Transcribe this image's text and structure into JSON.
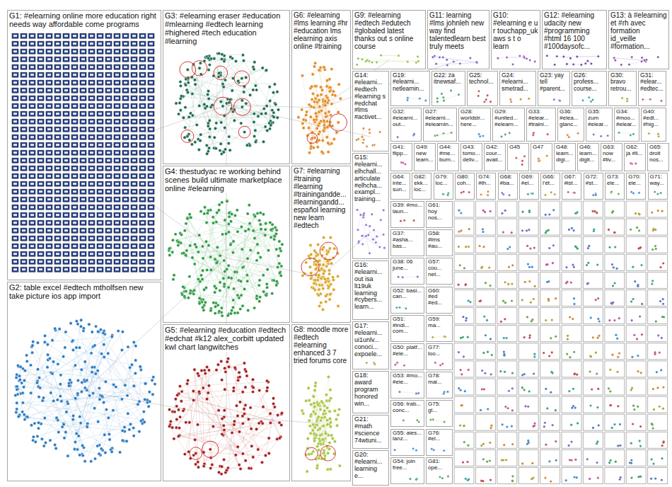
{
  "diagram": {
    "nodes": [
      {
        "text": [
          "G1: #elearning online more education right needs way affordable come programs"
        ]
      },
      {
        "text": [
          "G2: table excel #edtech mtholfsen new take picture ios app import"
        ]
      },
      {
        "text": [
          "G3: #elearning eraser #education #mlearning #edtech learning #highered #tech education #learning"
        ]
      },
      {
        "text": [
          "G4: thestudyac re working behind scenes build ultimate marketplace online #elearning"
        ]
      },
      {
        "text": [
          "G5: #elearning #education #edtech #edchat #k12 alex_corbitt updated kwl chart langwitches"
        ]
      },
      {
        "text": [
          "G6: #elearning #lms learning #hr #education lms elearning axis online #training"
        ]
      },
      {
        "text": [
          "G7: #elearning #training #learning #trainingandde... #learningandd... español learning new learn #edtech"
        ]
      },
      {
        "text": [
          "G8: moodle more #edtech #elearning enhanced 3 7 tried forums core"
        ]
      },
      {
        "text": [
          "G9: #elearning #edtech #edutech #globaled latest thanks out s online course"
        ]
      },
      {
        "text": [
          "G11: learning #lms johnleh new way find talentedlearn best truly meets"
        ]
      },
      {
        "text": [
          "G10: #elearning e u r touchapp_uk aws s t o learn"
        ]
      },
      {
        "text": [
          "G12: #elearning udacity new #programming #html 16 100 #100daysofc..."
        ]
      },
      {
        "text": [
          "G13: à #elearning et #rh avec formation id_veille #formation..."
        ]
      },
      {
        "text": [
          "G14: #elearni... #edtech #learning s #edchat #lms #activet..."
        ]
      },
      {
        "text": [
          "G15: #elearni... elhchall... articulate #elhcha... exampl... training..."
        ]
      },
      {
        "text": [
          "G16: #elearni... out isa lt19uk learning #cybers... learn..."
        ]
      },
      {
        "text": [
          "G17: #elearni... ui1unlv... conoci... expoele..."
        ]
      },
      {
        "text": [
          "G18: award program honored win..."
        ]
      },
      {
        "text": [
          "G21: #math #science 74wtuni..."
        ]
      },
      {
        "text": [
          "G20: #elearni... learning e..."
        ]
      },
      {
        "text": [
          "G19: #elearni... netlearnin..."
        ]
      },
      {
        "text": [
          "G22: za itnewsaf..."
        ]
      },
      {
        "text": [
          "G25: technol..."
        ]
      },
      {
        "text": [
          "G24: #elearni... smetrad..."
        ]
      },
      {
        "text": [
          "G23: yay tell #parent..."
        ]
      },
      {
        "text": [
          "G26: profess... course..."
        ]
      },
      {
        "text": [
          "G30: bravo retrou..."
        ]
      },
      {
        "text": [
          "G31: #elear... #edtec..."
        ]
      },
      {
        "text": [
          "G32: #elearni... out..."
        ]
      },
      {
        "text": [
          "G27: #elearni... #elearnin..."
        ]
      },
      {
        "text": [
          "G28: worldstr... here..."
        ]
      },
      {
        "text": [
          "G29: #united... #elearn..."
        ]
      },
      {
        "text": [
          "G33: #elear... #traini..."
        ]
      },
      {
        "text": [
          "G36: #elea... glanc..."
        ]
      },
      {
        "text": [
          "G35: zum #elear..."
        ]
      },
      {
        "text": [
          "G34: #moo... #elear..."
        ]
      },
      {
        "text": [
          "G40: #edt... #hig..."
        ]
      },
      {
        "text": [
          "G41: flipp..."
        ]
      },
      {
        "text": [
          "G49: new learn..."
        ]
      },
      {
        "text": [
          "G44: #me... burn..."
        ]
      },
      {
        "text": [
          "G43: tomo... deliv..."
        ]
      },
      {
        "text": [
          "G42: cour... avail..."
        ]
      },
      {
        "text": [
          "G45"
        ]
      },
      {
        "text": [
          "G47"
        ]
      },
      {
        "text": [
          "G48: learn... digi..."
        ]
      },
      {
        "text": [
          "G46: learn... digit..."
        ]
      },
      {
        "text": [
          "G63: now #liv..."
        ]
      },
      {
        "text": [
          "G62: ja #li..."
        ]
      },
      {
        "text": [
          "G65: droit nos..."
        ]
      },
      {
        "text": [
          "G64: inte... sun..."
        ]
      },
      {
        "text": [
          "G82: ekk... loc..."
        ]
      },
      {
        "text": [
          "G79: loc..."
        ]
      },
      {
        "text": [
          "G80: coh..."
        ]
      },
      {
        "text": [
          "G74: #th..."
        ]
      },
      {
        "text": [
          "G68: #ba..."
        ]
      },
      {
        "text": [
          "G69: #el..."
        ]
      },
      {
        "text": [
          "G66: l'ét..."
        ]
      },
      {
        "text": [
          "G67: #ist..."
        ]
      },
      {
        "text": [
          "G72: #st..."
        ]
      },
      {
        "text": [
          "G73: ele..."
        ]
      },
      {
        "text": [
          "G70: ele..."
        ]
      },
      {
        "text": [
          "G71: way..."
        ]
      },
      {
        "text": [
          "G39: #mo... laun..."
        ]
      },
      {
        "text": [
          "G37: #asha... bas..."
        ]
      },
      {
        "text": [
          "G38: 06 june..."
        ]
      },
      {
        "text": [
          "G52: basi... can..."
        ]
      },
      {
        "text": [
          "G51: #indi... com..."
        ]
      },
      {
        "text": [
          "G50: platf... #ele..."
        ]
      },
      {
        "text": [
          "G53: #mo... #ele..."
        ]
      },
      {
        "text": [
          "G56: trab... conc..."
        ]
      },
      {
        "text": [
          "G55: aies... lanz..."
        ]
      },
      {
        "text": [
          "G54: join free..."
        ]
      },
      {
        "text": [
          "G61: hoy nos..."
        ]
      },
      {
        "text": [
          "G58: #lms #au..."
        ]
      },
      {
        "text": [
          "G57: cou... net..."
        ]
      },
      {
        "text": [
          "G60: #ed #ed..."
        ]
      },
      {
        "text": [
          "G59: ma..."
        ]
      },
      {
        "text": [
          "G77: loo..."
        ]
      },
      {
        "text": [
          "G78: mai..."
        ]
      },
      {
        "text": [
          "G75: gl..."
        ]
      },
      {
        "text": [
          "G76: #el..."
        ]
      },
      {
        "text": [
          "G81: ope..."
        ]
      }
    ]
  }
}
